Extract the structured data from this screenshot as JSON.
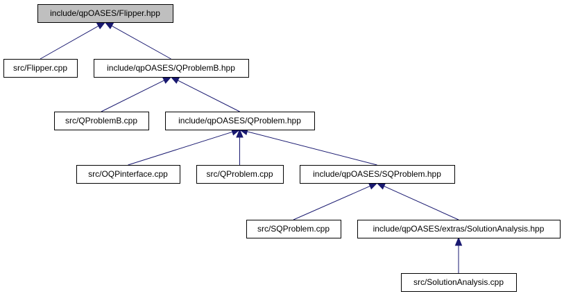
{
  "colors": {
    "node_fill": "#ffffff",
    "root_fill": "#bfbfbf",
    "node_border": "#000000",
    "edge": "#191970"
  },
  "nodes": [
    {
      "id": "flipper_hpp",
      "label": "include/qpOASES/Flipper.hpp",
      "root": true
    },
    {
      "id": "flipper_cpp",
      "label": "src/Flipper.cpp"
    },
    {
      "id": "qproblemb_hpp",
      "label": "include/qpOASES/QProblemB.hpp"
    },
    {
      "id": "qproblemb_cpp",
      "label": "src/QProblemB.cpp"
    },
    {
      "id": "qproblem_hpp",
      "label": "include/qpOASES/QProblem.hpp"
    },
    {
      "id": "oqpinterface_cpp",
      "label": "src/OQPinterface.cpp"
    },
    {
      "id": "qproblem_cpp",
      "label": "src/QProblem.cpp"
    },
    {
      "id": "sqproblem_hpp",
      "label": "include/qpOASES/SQProblem.hpp"
    },
    {
      "id": "sqproblem_cpp",
      "label": "src/SQProblem.cpp"
    },
    {
      "id": "solutionanalysis_hpp",
      "label": "include/qpOASES/extras/SolutionAnalysis.hpp"
    },
    {
      "id": "solutionanalysis_cpp",
      "label": "src/SolutionAnalysis.cpp"
    }
  ],
  "edges": [
    {
      "from": "flipper_cpp",
      "to": "flipper_hpp"
    },
    {
      "from": "qproblemb_hpp",
      "to": "flipper_hpp"
    },
    {
      "from": "qproblemb_cpp",
      "to": "qproblemb_hpp"
    },
    {
      "from": "qproblem_hpp",
      "to": "qproblemb_hpp"
    },
    {
      "from": "oqpinterface_cpp",
      "to": "qproblem_hpp"
    },
    {
      "from": "qproblem_cpp",
      "to": "qproblem_hpp"
    },
    {
      "from": "sqproblem_hpp",
      "to": "qproblem_hpp"
    },
    {
      "from": "sqproblem_cpp",
      "to": "sqproblem_hpp"
    },
    {
      "from": "solutionanalysis_hpp",
      "to": "sqproblem_hpp"
    },
    {
      "from": "solutionanalysis_cpp",
      "to": "solutionanalysis_hpp"
    }
  ]
}
